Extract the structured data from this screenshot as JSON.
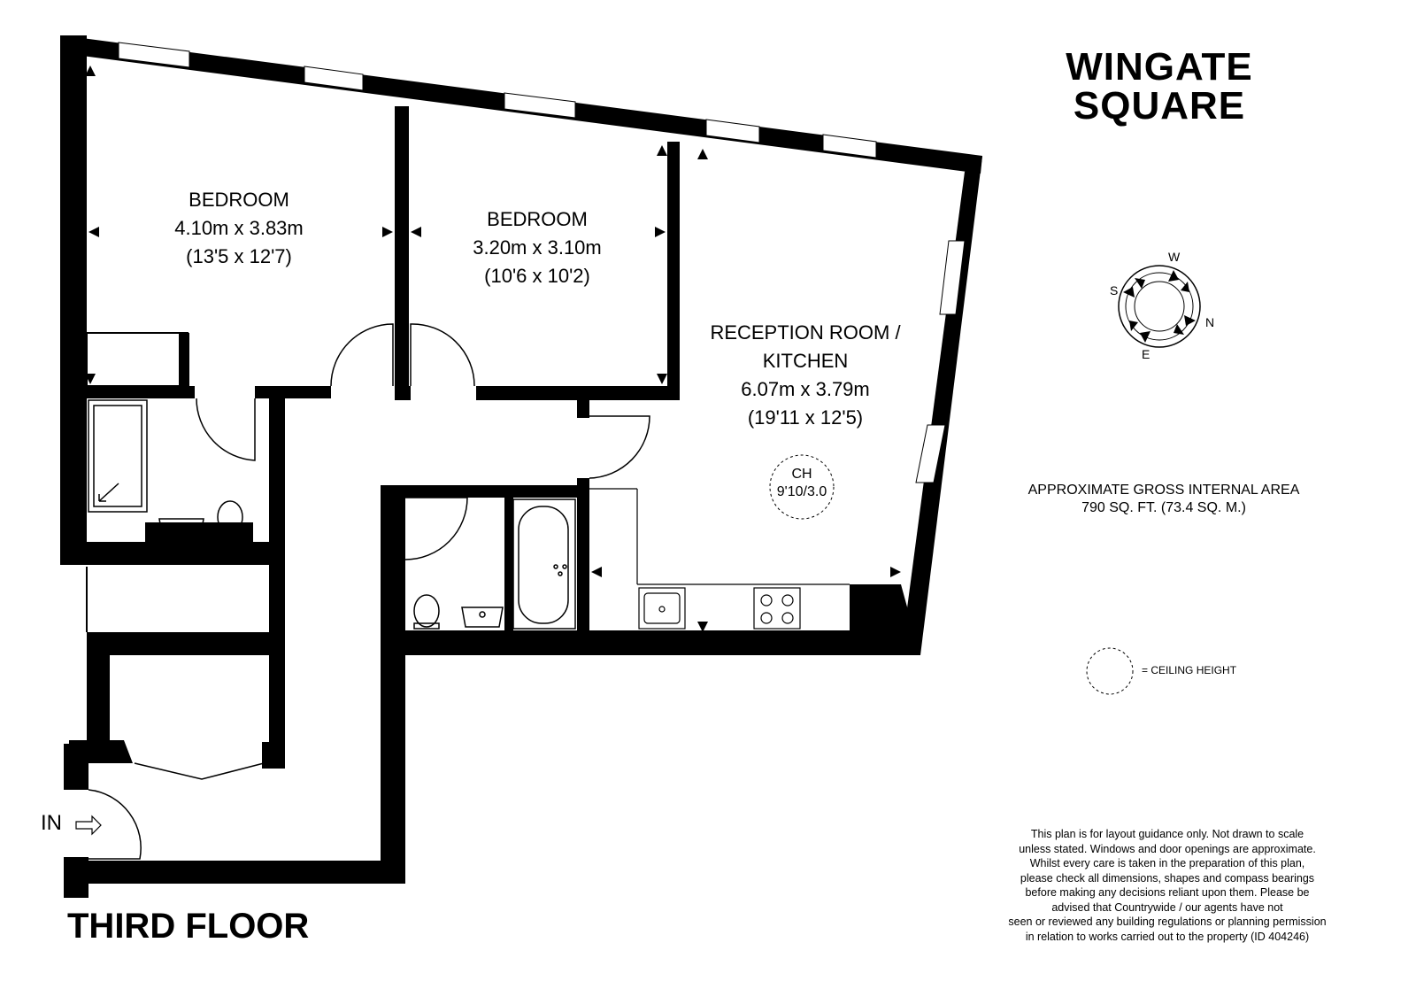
{
  "property": {
    "name_line1": "WINGATE",
    "name_line2": "SQUARE"
  },
  "floor_label": "THIRD FLOOR",
  "entrance_label": "IN",
  "rooms": [
    {
      "name": "BEDROOM",
      "metric": "4.10m x 3.83m",
      "imperial": "(13'5 x 12'7)"
    },
    {
      "name": "BEDROOM",
      "metric": "3.20m x 3.10m",
      "imperial": "(10'6 x 10'2)"
    },
    {
      "name_line1": "RECEPTION ROOM /",
      "name_line2": "KITCHEN",
      "metric": "6.07m x 3.79m",
      "imperial": "(19'11 x 12'5)"
    }
  ],
  "ceiling_height": {
    "label": "CH",
    "value": "9'10/3.0"
  },
  "legend": {
    "text": "= CEILING HEIGHT"
  },
  "compass": {
    "w": "W",
    "s": "S",
    "n": "N",
    "e": "E"
  },
  "area": {
    "line1": "APPROXIMATE GROSS INTERNAL AREA",
    "line2": "790 SQ. FT. (73.4 SQ. M.)"
  },
  "disclaimer": [
    "This plan is for layout guidance only. Not drawn to scale",
    "unless stated. Windows and door openings are approximate.",
    "Whilst every care is taken in the preparation of this plan,",
    "please check all dimensions, shapes and compass bearings",
    "before making any decisions reliant upon them. Please be",
    "advised that Countrywide / our agents have not",
    "seen or reviewed any building regulations or planning permission",
    "in relation to works carried out to the property (ID 404246)"
  ],
  "colors": {
    "wall": "#000000",
    "window": "#ffffff",
    "background": "#ffffff"
  }
}
